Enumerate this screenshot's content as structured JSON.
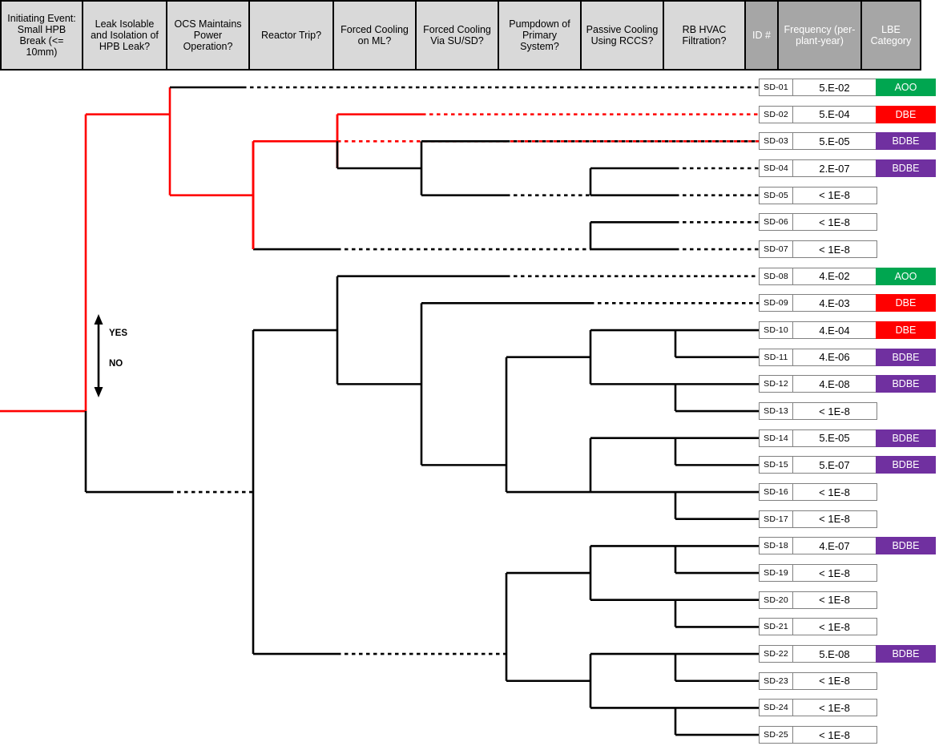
{
  "header": {
    "columns": [
      {
        "label": "Initiating Event: Small HPB Break (<= 10mm)",
        "width": 104,
        "dark": false
      },
      {
        "label": "Leak Isolable and Isolation of HPB Leak?",
        "width": 107,
        "dark": false
      },
      {
        "label": "OCS Maintains Power Operation?",
        "width": 105,
        "dark": false
      },
      {
        "label": "Reactor Trip?",
        "width": 107,
        "dark": false
      },
      {
        "label": "Forced Cooling on ML?",
        "width": 105,
        "dark": false
      },
      {
        "label": "Forced Cooling Via SU/SD?",
        "width": 105,
        "dark": false
      },
      {
        "label": "Pumpdown of Primary System?",
        "width": 105,
        "dark": false
      },
      {
        "label": "Passive Cooling Using RCCS?",
        "width": 105,
        "dark": false
      },
      {
        "label": "RB HVAC Filtration?",
        "width": 104,
        "dark": false
      },
      {
        "label": "ID #",
        "width": 43,
        "dark": true
      },
      {
        "label": "Frequency (per-plant-year)",
        "width": 106,
        "dark": true
      },
      {
        "label": "LBE Category",
        "width": 76,
        "dark": true
      }
    ]
  },
  "legend": {
    "yes": "YES",
    "no": "NO"
  },
  "colors": {
    "aoo": "#00a650",
    "dbe": "#ff0000",
    "bdbe": "#7030a0",
    "success_path": "#ff0000",
    "branch": "#000000",
    "header_light": "#d9d9d9",
    "header_dark": "#a6a6a6"
  },
  "chart_data": {
    "type": "table",
    "title": "Event Tree - Small HPB Break (<= 10mm)",
    "columns": [
      "ID #",
      "Frequency (per-plant-year)",
      "LBE Category"
    ],
    "rows": [
      {
        "id": "SD-01",
        "freq": "5.E-02",
        "cat": "AOO",
        "cat_color": "#00a650"
      },
      {
        "id": "SD-02",
        "freq": "5.E-04",
        "cat": "DBE",
        "cat_color": "#ff0000"
      },
      {
        "id": "SD-03",
        "freq": "5.E-05",
        "cat": "BDBE",
        "cat_color": "#7030a0"
      },
      {
        "id": "SD-04",
        "freq": "2.E-07",
        "cat": "BDBE",
        "cat_color": "#7030a0"
      },
      {
        "id": "SD-05",
        "freq": "< 1E-8",
        "cat": "",
        "cat_color": ""
      },
      {
        "id": "SD-06",
        "freq": "< 1E-8",
        "cat": "",
        "cat_color": ""
      },
      {
        "id": "SD-07",
        "freq": "< 1E-8",
        "cat": "",
        "cat_color": ""
      },
      {
        "id": "SD-08",
        "freq": "4.E-02",
        "cat": "AOO",
        "cat_color": "#00a650"
      },
      {
        "id": "SD-09",
        "freq": "4.E-03",
        "cat": "DBE",
        "cat_color": "#ff0000"
      },
      {
        "id": "SD-10",
        "freq": "4.E-04",
        "cat": "DBE",
        "cat_color": "#ff0000"
      },
      {
        "id": "SD-11",
        "freq": "4.E-06",
        "cat": "BDBE",
        "cat_color": "#7030a0"
      },
      {
        "id": "SD-12",
        "freq": "4.E-08",
        "cat": "BDBE",
        "cat_color": "#7030a0"
      },
      {
        "id": "SD-13",
        "freq": "< 1E-8",
        "cat": "",
        "cat_color": ""
      },
      {
        "id": "SD-14",
        "freq": "5.E-05",
        "cat": "BDBE",
        "cat_color": "#7030a0"
      },
      {
        "id": "SD-15",
        "freq": "5.E-07",
        "cat": "BDBE",
        "cat_color": "#7030a0"
      },
      {
        "id": "SD-16",
        "freq": "< 1E-8",
        "cat": "",
        "cat_color": ""
      },
      {
        "id": "SD-17",
        "freq": "< 1E-8",
        "cat": "",
        "cat_color": ""
      },
      {
        "id": "SD-18",
        "freq": "4.E-07",
        "cat": "BDBE",
        "cat_color": "#7030a0"
      },
      {
        "id": "SD-19",
        "freq": "< 1E-8",
        "cat": "",
        "cat_color": ""
      },
      {
        "id": "SD-20",
        "freq": "< 1E-8",
        "cat": "",
        "cat_color": ""
      },
      {
        "id": "SD-21",
        "freq": "< 1E-8",
        "cat": "",
        "cat_color": ""
      },
      {
        "id": "SD-22",
        "freq": "5.E-08",
        "cat": "BDBE",
        "cat_color": "#7030a0"
      },
      {
        "id": "SD-23",
        "freq": "< 1E-8",
        "cat": "",
        "cat_color": ""
      },
      {
        "id": "SD-24",
        "freq": "< 1E-8",
        "cat": "",
        "cat_color": ""
      },
      {
        "id": "SD-25",
        "freq": "< 1E-8",
        "cat": "",
        "cat_color": ""
      }
    ]
  }
}
